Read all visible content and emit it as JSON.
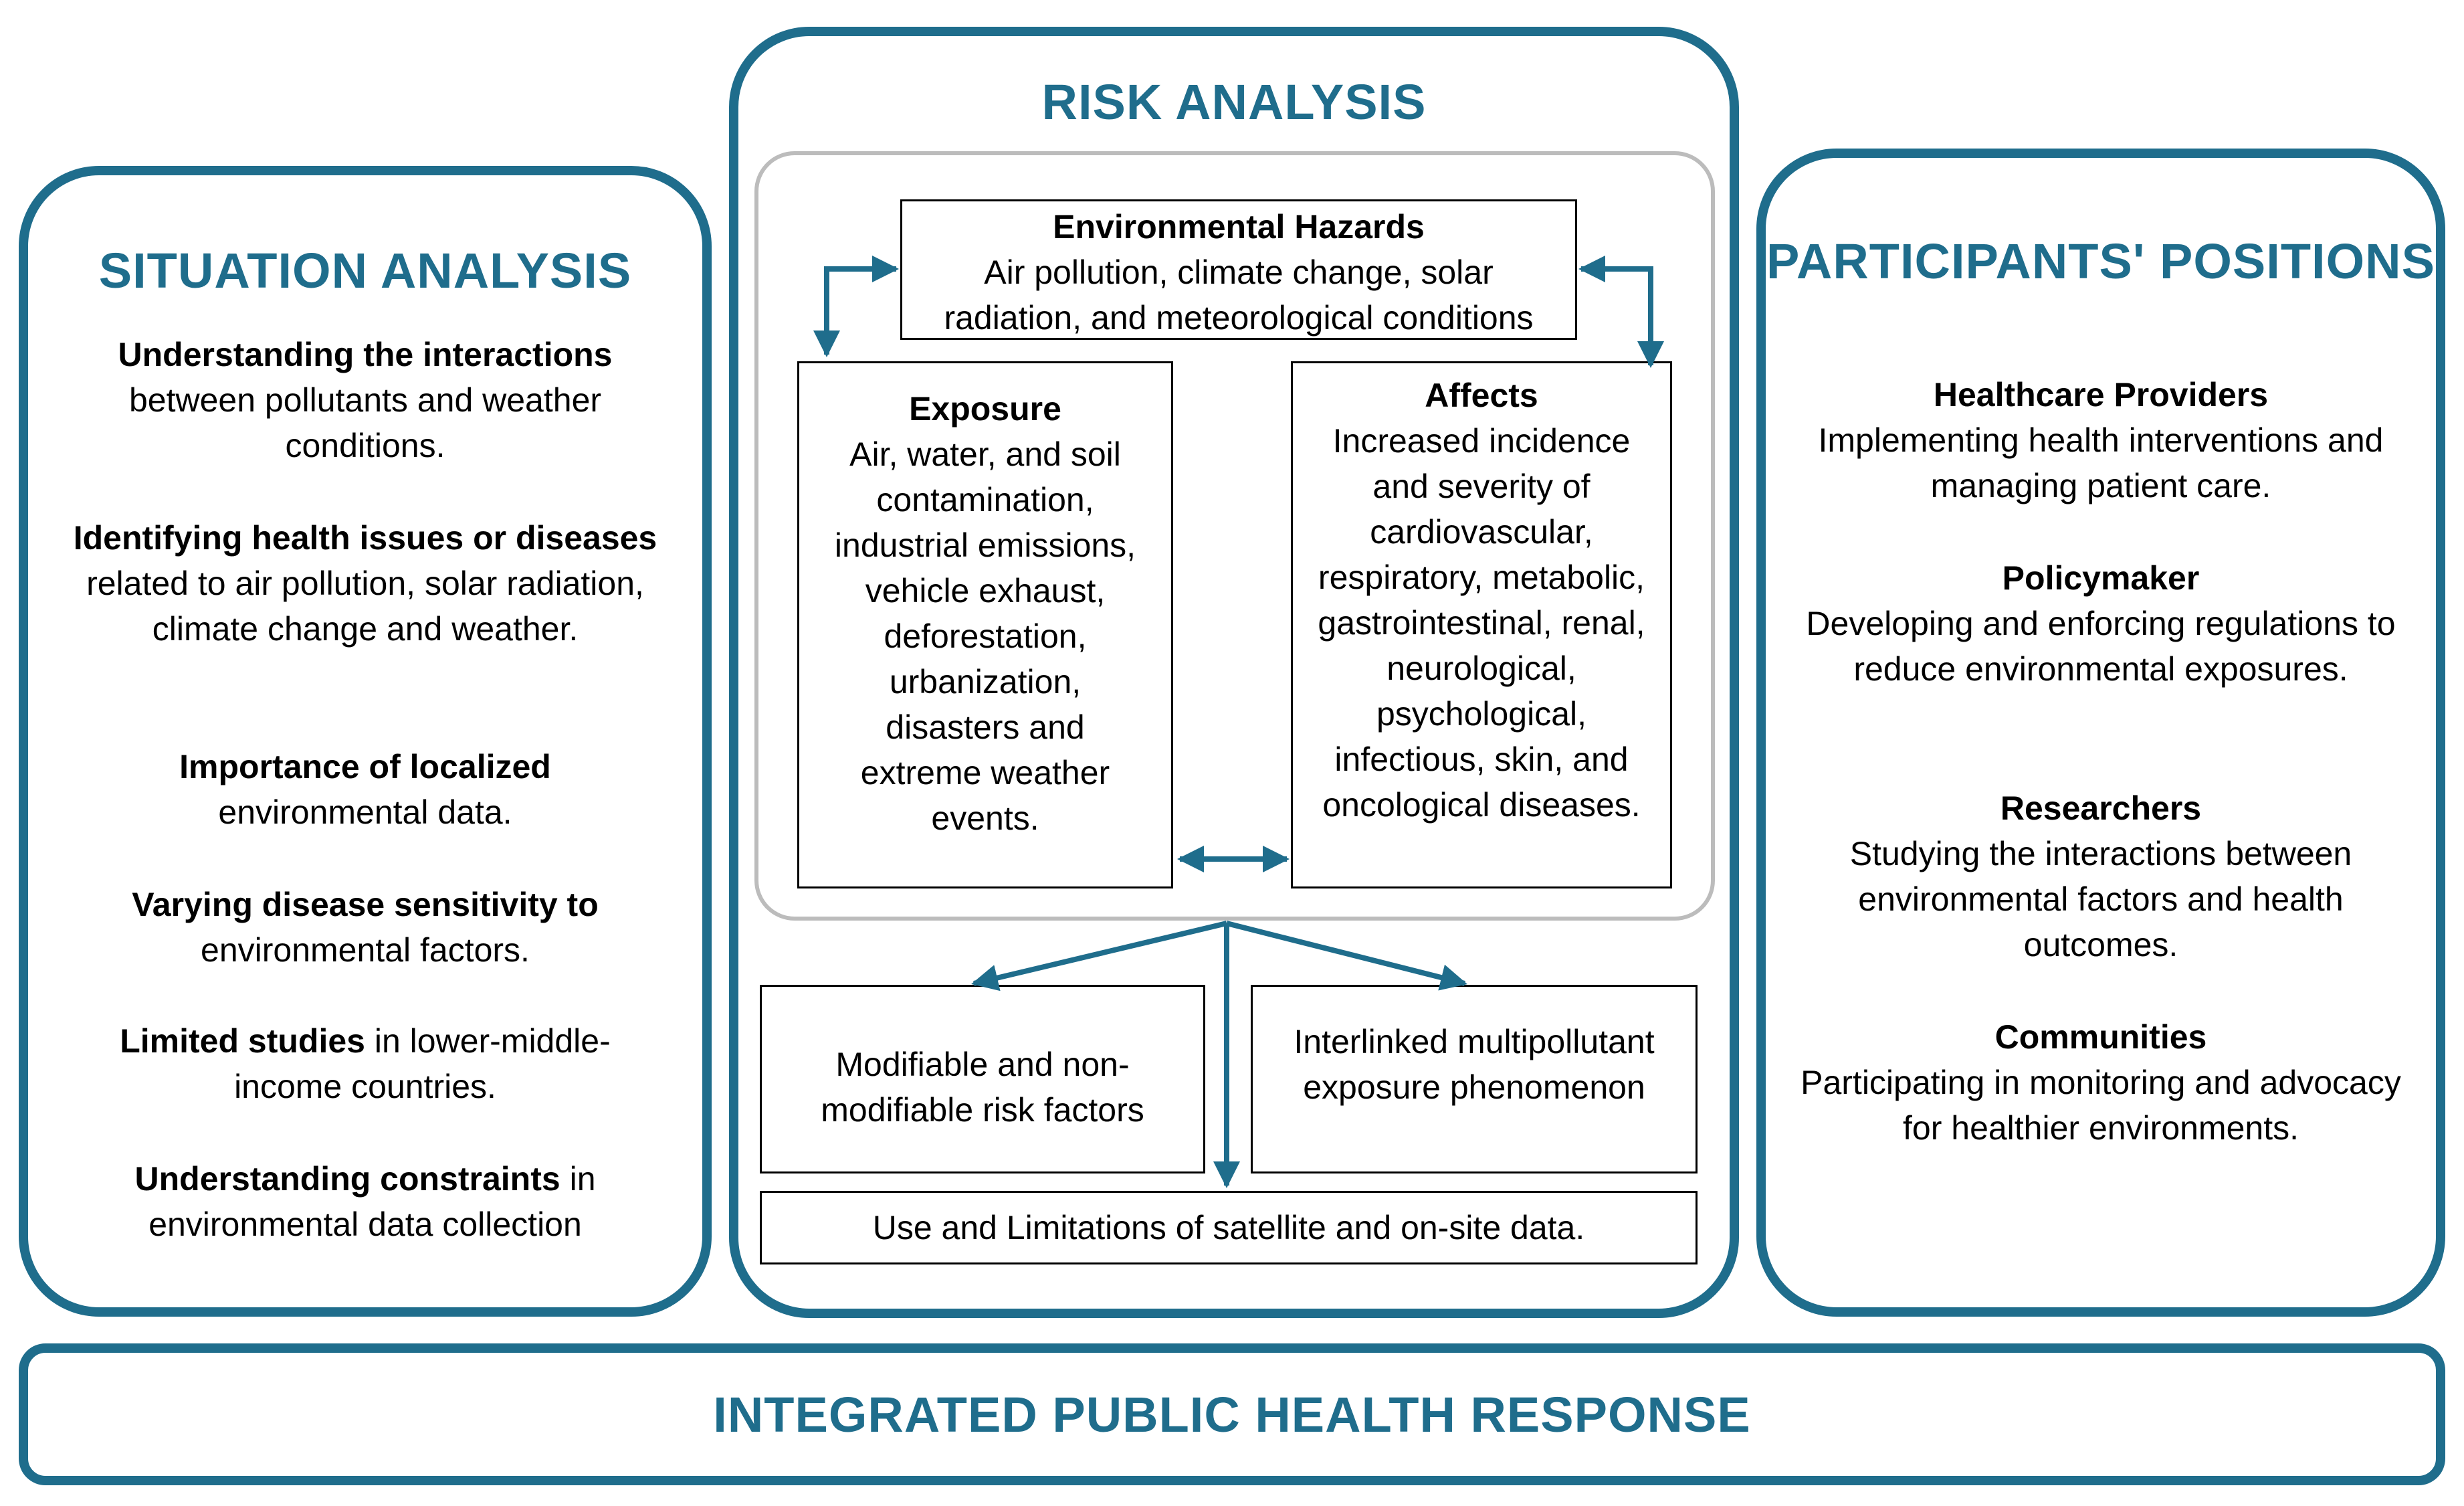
{
  "colors": {
    "accent": "#1f6d8c",
    "inner_frame": "#bcbcbc",
    "arrow": "#1f6d8c"
  },
  "situation_analysis": {
    "title": "SITUATION ANALYSIS",
    "items": [
      {
        "bold": "Understanding the interactions",
        "rest": "between pollutants and weather conditions."
      },
      {
        "bold": "Identifying health issues or diseases",
        "rest": "related to air pollution, solar radiation, climate change and weather."
      },
      {
        "bold": "Importance of localized",
        "rest": "environmental data."
      },
      {
        "bold": "Varying disease sensitivity to",
        "rest": "environmental factors."
      },
      {
        "bold": "Limited studies",
        "rest": " in lower-middle-income countries."
      },
      {
        "bold": "Understanding constraints",
        "rest": " in environmental data collection"
      }
    ]
  },
  "risk_analysis": {
    "title": "RISK ANALYSIS",
    "hazards": {
      "title": "Environmental Hazards",
      "body": "Air pollution, climate change, solar radiation, and meteorological conditions"
    },
    "exposure": {
      "title": "Exposure",
      "body": "Air, water, and soil contamination, industrial emissions, vehicle exhaust, deforestation, urbanization, disasters and extreme weather events."
    },
    "affects": {
      "title": "Affects",
      "body": "Increased incidence and severity of cardiovascular, respiratory, metabolic, gastrointestinal, renal, neurological, psychological, infectious, skin, and oncological diseases."
    },
    "risk_factors": "Modifiable and non-modifiable risk factors",
    "multipollutant": "Interlinked multipollutant exposure phenomenon",
    "data_use": "Use and Limitations of satellite and on-site data."
  },
  "participants_positions": {
    "title": "PARTICIPANTS' POSITIONS",
    "items": [
      {
        "bold": "Healthcare Providers",
        "rest": "Implementing health interventions and managing patient care."
      },
      {
        "bold": "Policymaker",
        "rest": "Developing and enforcing regulations to reduce environmental exposures."
      },
      {
        "bold": "Researchers",
        "rest": "Studying the interactions between environmental factors and health outcomes."
      },
      {
        "bold": "Communities",
        "rest": "Participating in monitoring and advocacy for healthier environments."
      }
    ]
  },
  "footer": {
    "title": "INTEGRATED PUBLIC HEALTH RESPONSE"
  }
}
